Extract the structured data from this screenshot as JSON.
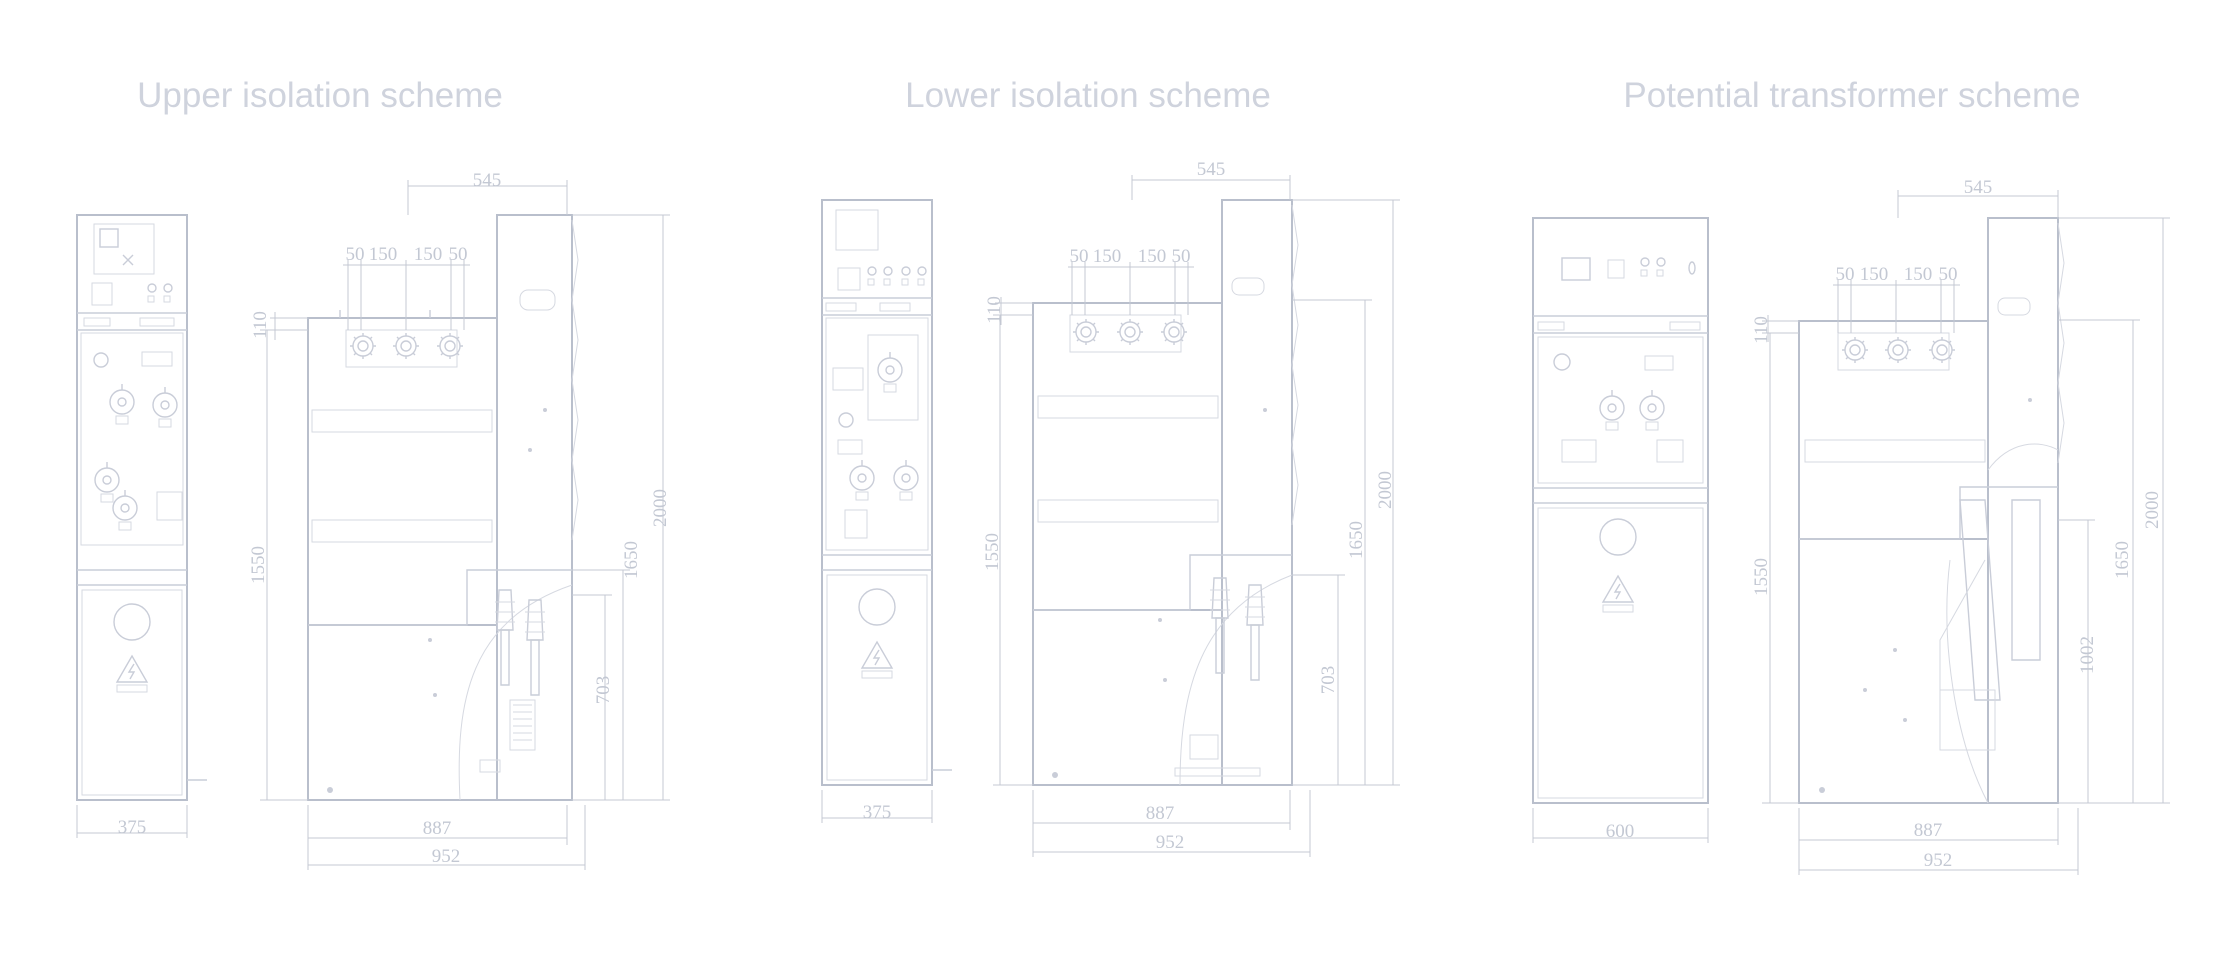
{
  "schemes": [
    {
      "title": "Upper isolation scheme",
      "dims": {
        "front_width": "375",
        "top_depth": "545",
        "busbar_spacing": [
          "50",
          "150",
          "150",
          "50"
        ],
        "inner_depth": "887",
        "total_depth": "952",
        "left_height_top": "110",
        "left_height": "1550",
        "mid_height": "1650",
        "right_height": "2000",
        "lower_height": "703"
      }
    },
    {
      "title": "Lower isolation scheme",
      "dims": {
        "front_width": "375",
        "top_depth": "545",
        "busbar_spacing": [
          "50",
          "150",
          "150",
          "50"
        ],
        "inner_depth": "887",
        "total_depth": "952",
        "left_height_top": "110",
        "left_height": "1550",
        "mid_height": "1650",
        "right_height": "2000",
        "lower_height": "703"
      }
    },
    {
      "title": "Potential transformer scheme",
      "dims": {
        "front_width": "600",
        "top_depth": "545",
        "busbar_spacing": [
          "50",
          "150",
          "150",
          "50"
        ],
        "inner_depth": "887",
        "total_depth": "952",
        "left_height_top": "110",
        "left_height": "1550",
        "mid_height": "1650",
        "right_height": "2000",
        "lower_height": "1002"
      }
    }
  ],
  "colors": {
    "line": "#c9cdd8",
    "text": "#cfd3dd",
    "background": "#ffffff"
  }
}
